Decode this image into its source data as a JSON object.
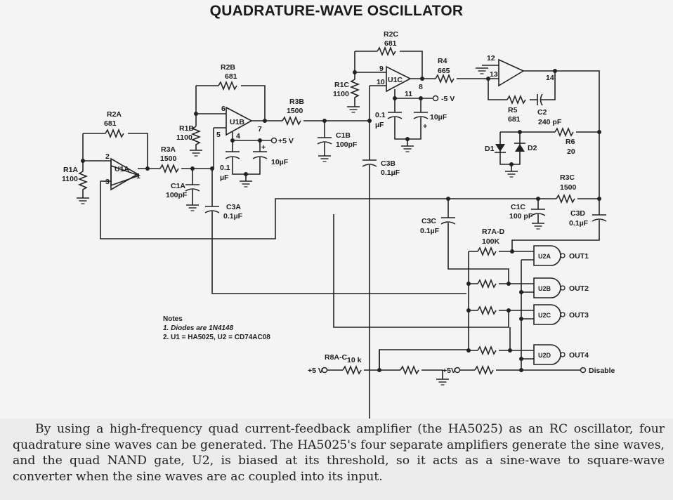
{
  "title": "QUADRATURE-WAVE OSCILLATOR",
  "components": {
    "R1A": {
      "ref": "R1A",
      "value": "1100"
    },
    "R2A": {
      "ref": "R2A",
      "value": "681"
    },
    "R3A": {
      "ref": "R3A",
      "value": "1500"
    },
    "C1A": {
      "ref": "C1A",
      "value": "100pF"
    },
    "C3A": {
      "ref": "C3A",
      "value": "0.1µF"
    },
    "R1B": {
      "ref": "R1B",
      "value": "1100"
    },
    "R2B": {
      "ref": "R2B",
      "value": "681"
    },
    "R3B": {
      "ref": "R3B",
      "value": "1500"
    },
    "C1B": {
      "ref": "C1B",
      "value": "100pF"
    },
    "C3B": {
      "ref": "C3B",
      "value": "0.1µF"
    },
    "R1C": {
      "ref": "R1C",
      "value": "1100"
    },
    "R2C": {
      "ref": "R2C",
      "value": "681"
    },
    "R3C": {
      "ref": "R3C",
      "value": "1500"
    },
    "C1C": {
      "ref": "C1C",
      "value": "100 pF"
    },
    "C3C": {
      "ref": "C3C",
      "value": "0.1µF"
    },
    "C3D": {
      "ref": "C3D",
      "value": "0.1µF"
    },
    "R4": {
      "ref": "R4",
      "value": "665"
    },
    "R5": {
      "ref": "R5",
      "value": "681"
    },
    "C2": {
      "ref": "C2",
      "value": "240 pF"
    },
    "R6": {
      "ref": "R6",
      "value": "20"
    },
    "R7": {
      "ref": "R7A-D",
      "value": "100K"
    },
    "R8": {
      "ref": "R8A-C",
      "value": "10 k"
    },
    "D1": {
      "ref": "D1"
    },
    "D2": {
      "ref": "D2"
    },
    "bypass_small": {
      "value_line1": "0.1",
      "value_line2": "µF"
    },
    "bypass_large": {
      "value": "10µF"
    },
    "polarity": "+"
  },
  "amplifiers": {
    "U1A": {
      "ref": "U1A",
      "pins": [
        "2",
        "3",
        "1"
      ]
    },
    "U1B": {
      "ref": "U1B",
      "pins": [
        "6",
        "5",
        "7",
        "4"
      ]
    },
    "U1C": {
      "ref": "U1C",
      "pins": [
        "9",
        "10",
        "8",
        "11"
      ]
    },
    "U1D": {
      "ref": "",
      "pins": [
        "12",
        "13",
        "14"
      ]
    }
  },
  "gates": [
    {
      "ref": "U2A",
      "output": "OUT1"
    },
    {
      "ref": "U2B",
      "output": "OUT2"
    },
    {
      "ref": "U2C",
      "output": "OUT3"
    },
    {
      "ref": "U2D",
      "output": "OUT4"
    }
  ],
  "supplies": {
    "pos": "+5 V",
    "neg": "-5 V",
    "bias": "+5 V",
    "gate": "+5V",
    "disable": "Disable"
  },
  "notes": {
    "heading": "Notes",
    "items": [
      "1. Diodes are 1N4148",
      "2. U1 = HA5025, U2 = CD74AC08"
    ]
  },
  "caption": "By using a high-frequency quad current-feedback amplifier (the HA5025) as an RC oscillator, four quadrature sine waves can be generated. The HA5025's four separate amplifiers generate the sine waves, and the quad NAND gate, U2, is biased at its threshold, so it acts as a sine-wave to square-wave converter when the sine waves are ac coupled into its input."
}
